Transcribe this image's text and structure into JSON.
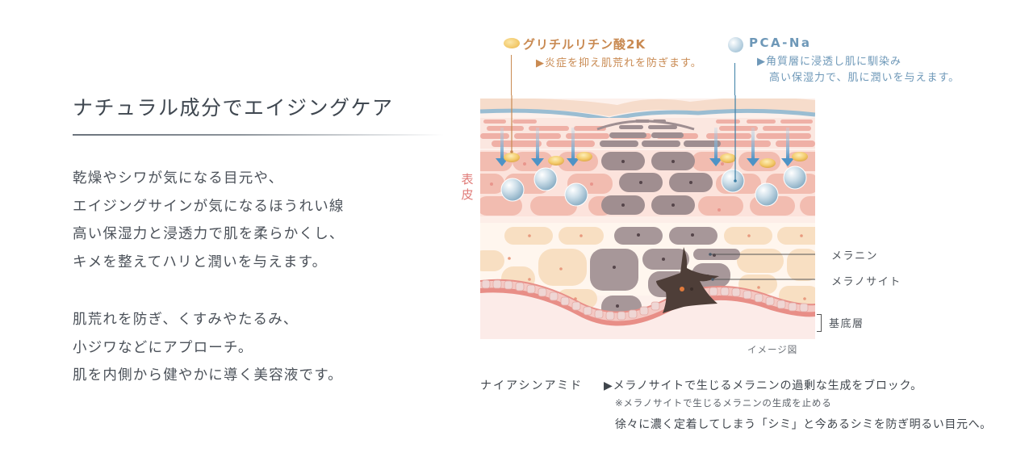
{
  "heading": "ナチュラル成分でエイジングケア",
  "body": {
    "paragraph1": [
      "乾燥やシワが気になる目元や、",
      "エイジングサインが気になるほうれい線",
      {
        "highlighted": "高い保湿力と浸透力",
        "rest": "で肌を柔らかくし、"
      },
      "キメを整えてハリと潤いを与えます。"
    ],
    "paragraph2": [
      "肌荒れを防ぎ、くすみやたるみ、",
      "小ジワなどにアプローチ。",
      "肌を内側から健やかに導く美容液です。"
    ]
  },
  "diagram": {
    "epidermis_label": "表皮",
    "ingredients": [
      {
        "name": "グリチルリチン酸2K",
        "description": [
          "▶炎症を抑え肌荒れを防ぎます。"
        ],
        "color": "#c98a52",
        "icon": "yellow-capsule-icon"
      },
      {
        "name": "PCA-Na",
        "description": [
          "▶角質層に浸透し肌に馴染み",
          "高い保湿力で、肌に潤いを与えます。"
        ],
        "color": "#6e98b8",
        "icon": "blue-sphere-icon"
      }
    ],
    "callouts": {
      "melanin": "メラニン",
      "melanocyte": "メラノサイト",
      "basal_layer": "基底層"
    },
    "caption": "イメージ図",
    "colors": {
      "stratum_corneum": "#f6dccb",
      "moisture_line": "#8fb7cf",
      "keratinocyte": "#f1b9ae",
      "spinous_cell": "#f8dfc2",
      "melanin_cell": "#a8979a",
      "melanocyte": "#4e3e38",
      "basal_layer": "#e88e87",
      "dermis": "#fcebe8",
      "arrow": "#5c9ccb"
    }
  },
  "niacinamide": {
    "name": "ナイアシンアミド",
    "description": "▶メラノサイトで生じるメラニンの過剰な生成をブロック。",
    "note": "※メラノサイトで生じるメラニンの生成を止める",
    "sub": "徐々に濃く定着してしまう「シミ」と今あるシミを防ぎ明るい目元へ。"
  }
}
